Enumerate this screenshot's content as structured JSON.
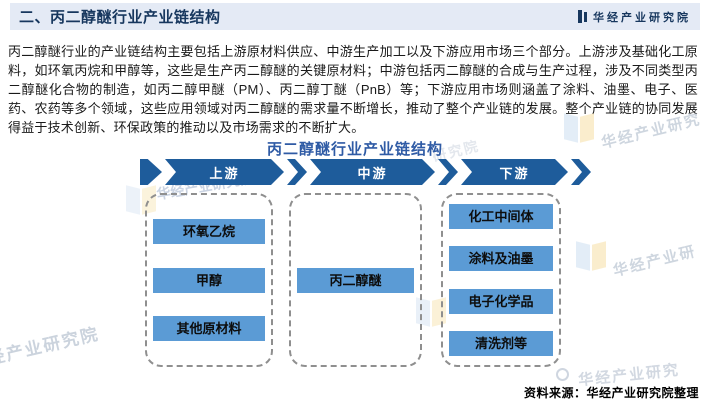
{
  "header": {
    "title": "二、丙二醇醚行业产业链结构",
    "brand": "华经产业研究院"
  },
  "intro": "丙二醇醚行业的产业链结构主要包括上游原材料供应、中游生产加工以及下游应用市场三个部分。上游涉及基础化工原料，如环氧丙烷和甲醇等，这些是生产丙二醇醚的关键原材料；中游包括丙二醇醚的合成与生产过程，涉及不同类型丙二醇醚化合物的制造，如丙二醇甲醚（PM）、丙二醇丁醚（PnB）等；下游应用市场则涵盖了涂料、油墨、电子、医药、农药等多个领域，这些应用领域对丙二醇醚的需求量不断增长，推动了整个产业链的发展。整个产业链的协同发展得益于技术创新、环保政策的推动以及市场需求的不断扩大。",
  "diagram": {
    "title": "丙二醇醚行业产业链结构",
    "stages": [
      {
        "label": "上游",
        "items": [
          "环氧乙烷",
          "甲醇",
          "其他原材料"
        ]
      },
      {
        "label": "中游",
        "items": [
          "丙二醇醚"
        ]
      },
      {
        "label": "下游",
        "items": [
          "化工中间体",
          "涂料及油墨",
          "电子化学品",
          "清洗剂等"
        ]
      }
    ]
  },
  "source": "资料来源：华经产业研究院整理",
  "watermarks": {
    "top_right": "华经产业研究",
    "title_right": "研究院",
    "arrow_overlay": "华经产业研究院",
    "mid_right": "华经产业研",
    "bottom_left": "经产业研究院",
    "source_overlay": "华经产业研究"
  },
  "colors": {
    "accent_navy": "#17375E",
    "diagram_title_blue": "#2F5BA5",
    "arrow_blue": "#1E5C9B",
    "node_blue": "#5B9BD5",
    "header_band": "#E4EAF5"
  }
}
